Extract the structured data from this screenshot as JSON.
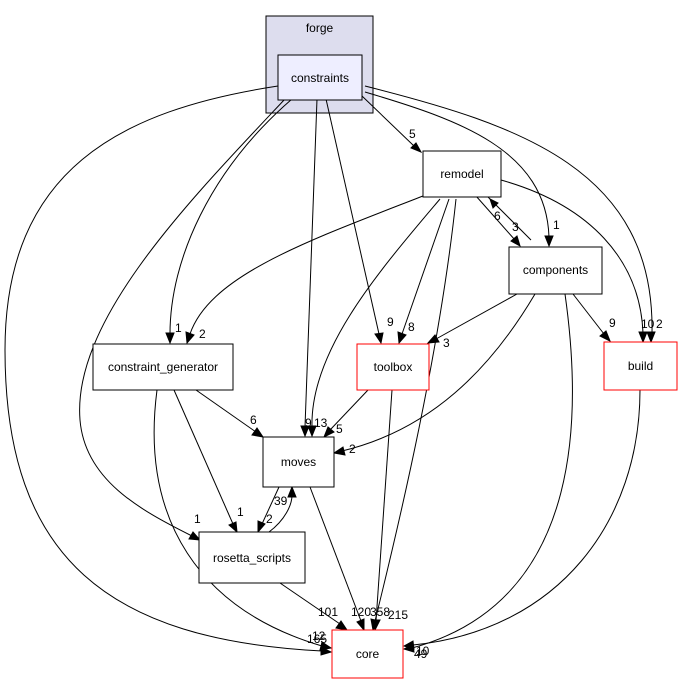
{
  "cluster": {
    "label": "forge",
    "fill": "#ddddee",
    "stroke": "#000000"
  },
  "nodes": {
    "constraints": {
      "label": "constraints",
      "fill": "#eeeeff",
      "stroke": "#000000"
    },
    "remodel": {
      "label": "remodel",
      "fill": "#ffffff",
      "stroke": "#000000"
    },
    "components": {
      "label": "components",
      "fill": "#ffffff",
      "stroke": "#000000"
    },
    "constraint_generator": {
      "label": "constraint_generator",
      "fill": "#ffffff",
      "stroke": "#000000"
    },
    "toolbox": {
      "label": "toolbox",
      "fill": "#ffffff",
      "stroke": "#ff0000"
    },
    "build": {
      "label": "build",
      "fill": "#ffffff",
      "stroke": "#ff0000"
    },
    "moves": {
      "label": "moves",
      "fill": "#ffffff",
      "stroke": "#000000"
    },
    "rosetta_scripts": {
      "label": "rosetta_scripts",
      "fill": "#ffffff",
      "stroke": "#000000"
    },
    "core": {
      "label": "core",
      "fill": "#ffffff",
      "stroke": "#ff0000"
    }
  },
  "edges": [
    {
      "id": "constraints-remodel",
      "label": "5"
    },
    {
      "id": "constraints-components",
      "label": "1"
    },
    {
      "id": "constraints-build",
      "label": "2"
    },
    {
      "id": "constraints-constraint_generator",
      "label": "1"
    },
    {
      "id": "constraints-toolbox",
      "label": "9"
    },
    {
      "id": "constraints-moves",
      "label": "9"
    },
    {
      "id": "constraints-rosetta_scripts",
      "label": "1"
    },
    {
      "id": "constraints-core",
      "label": "165"
    },
    {
      "id": "remodel-components",
      "label": "3"
    },
    {
      "id": "components-remodel",
      "label": "6"
    },
    {
      "id": "remodel-build",
      "label": "10"
    },
    {
      "id": "remodel-constraint_generator",
      "label": "2"
    },
    {
      "id": "remodel-toolbox",
      "label": "8"
    },
    {
      "id": "remodel-moves",
      "label": "13"
    },
    {
      "id": "remodel-core",
      "label": "358"
    },
    {
      "id": "components-toolbox",
      "label": "3"
    },
    {
      "id": "components-build",
      "label": "9"
    },
    {
      "id": "components-moves",
      "label": "2"
    },
    {
      "id": "components-core",
      "label": "49"
    },
    {
      "id": "constraint_generator-moves",
      "label": "6"
    },
    {
      "id": "constraint_generator-rosetta_scripts",
      "label": "1"
    },
    {
      "id": "constraint_generator-core",
      "label": "12"
    },
    {
      "id": "toolbox-moves",
      "label": "5"
    },
    {
      "id": "toolbox-core",
      "label": "215"
    },
    {
      "id": "moves-rosetta_scripts",
      "label": "2"
    },
    {
      "id": "rosetta_scripts-moves",
      "label": "39"
    },
    {
      "id": "moves-core",
      "label": "120"
    },
    {
      "id": "rosetta_scripts-core",
      "label": "101"
    },
    {
      "id": "build-core",
      "label": "10"
    }
  ]
}
